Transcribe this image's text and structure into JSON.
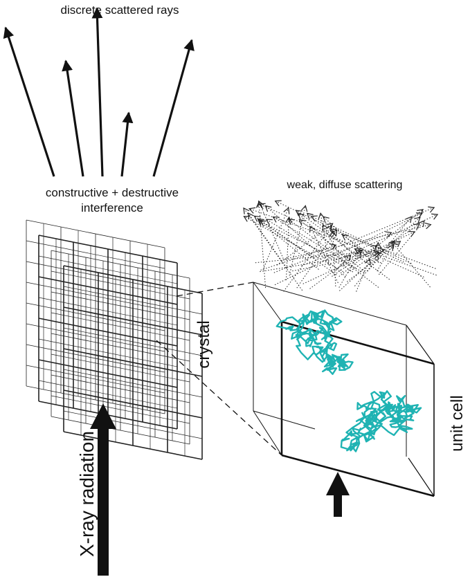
{
  "labels": {
    "discrete": "discrete scattered rays",
    "interference_line1": "constructive + destructive",
    "interference_line2": "interference",
    "diffuse": "weak, diffuse scattering",
    "crystal": "crystal",
    "unit_cell": "unit cell",
    "xray": "X-ray radiation"
  },
  "colors": {
    "ink": "#111111",
    "protein": "#1fb3b3"
  }
}
